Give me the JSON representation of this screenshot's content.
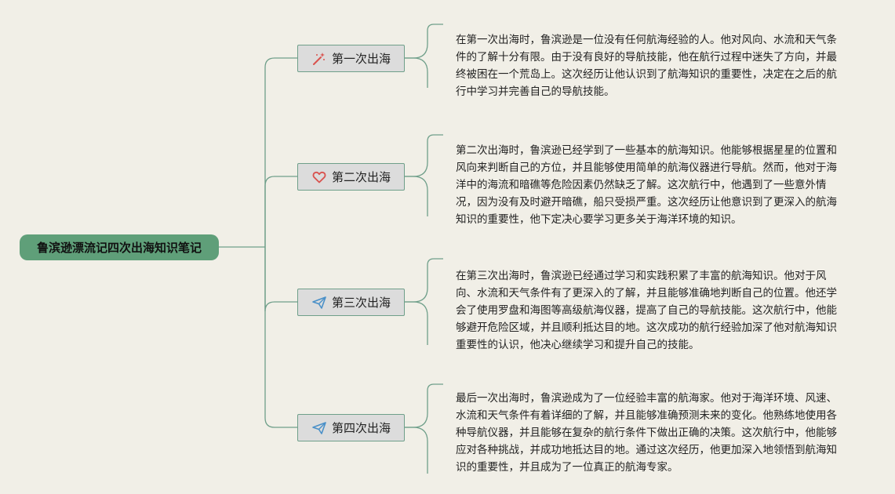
{
  "root": {
    "title": "鲁滨逊漂流记四次出海知识笔记"
  },
  "branches": [
    {
      "label": "第一次出海",
      "icon": "magic-wand-icon",
      "icon_color": "#d9534f",
      "text": "在第一次出海时，鲁滨逊是一位没有任何航海经验的人。他对风向、水流和天气条件的了解十分有限。由于没有良好的导航技能，他在航行过程中迷失了方向，并最终被困在一个荒岛上。这次经历让他认识到了航海知识的重要性，决定在之后的航行中学习并完善自己的导航技能。"
    },
    {
      "label": "第二次出海",
      "icon": "heart-icon",
      "icon_color": "#d9534f",
      "text": "第二次出海时，鲁滨逊已经学到了一些基本的航海知识。他能够根据星星的位置和风向来判断自己的方位，并且能够使用简单的航海仪器进行导航。然而，他对于海洋中的海流和暗礁等危险因素仍然缺乏了解。这次航行中，他遇到了一些意外情况，因为没有及时避开暗礁，船只受损严重。这次经历让他意识到了更深入的航海知识的重要性，他下定决心要学习更多关于海洋环境的知识。"
    },
    {
      "label": "第三次出海",
      "icon": "paper-plane-icon",
      "icon_color": "#4a90c8",
      "text": "在第三次出海时，鲁滨逊已经通过学习和实践积累了丰富的航海知识。他对于风向、水流和天气条件有了更深入的了解，并且能够准确地判断自己的位置。他还学会了使用罗盘和海图等高级航海仪器，提高了自己的导航技能。这次航行中，他能够避开危险区域，并且顺利抵达目的地。这次成功的航行经验加深了他对航海知识重要性的认识，他决心继续学习和提升自己的技能。"
    },
    {
      "label": "第四次出海",
      "icon": "paper-plane-icon",
      "icon_color": "#4a90c8",
      "text": "最后一次出海时，鲁滨逊成为了一位经验丰富的航海家。他对于海洋环境、风速、水流和天气条件有着详细的了解，并且能够准确预测未来的变化。他熟练地使用各种导航仪器，并且能够在复杂的航行条件下做出正确的决策。这次航行中，他能够应对各种挑战，并成功地抵达目的地。通过这次经历，他更加深入地领悟到航海知识的重要性，并且成为了一位真正的航海专家。"
    }
  ],
  "colors": {
    "line": "#6f9f8a",
    "root_bg": "#5f9f79",
    "background": "#f1efe7"
  }
}
